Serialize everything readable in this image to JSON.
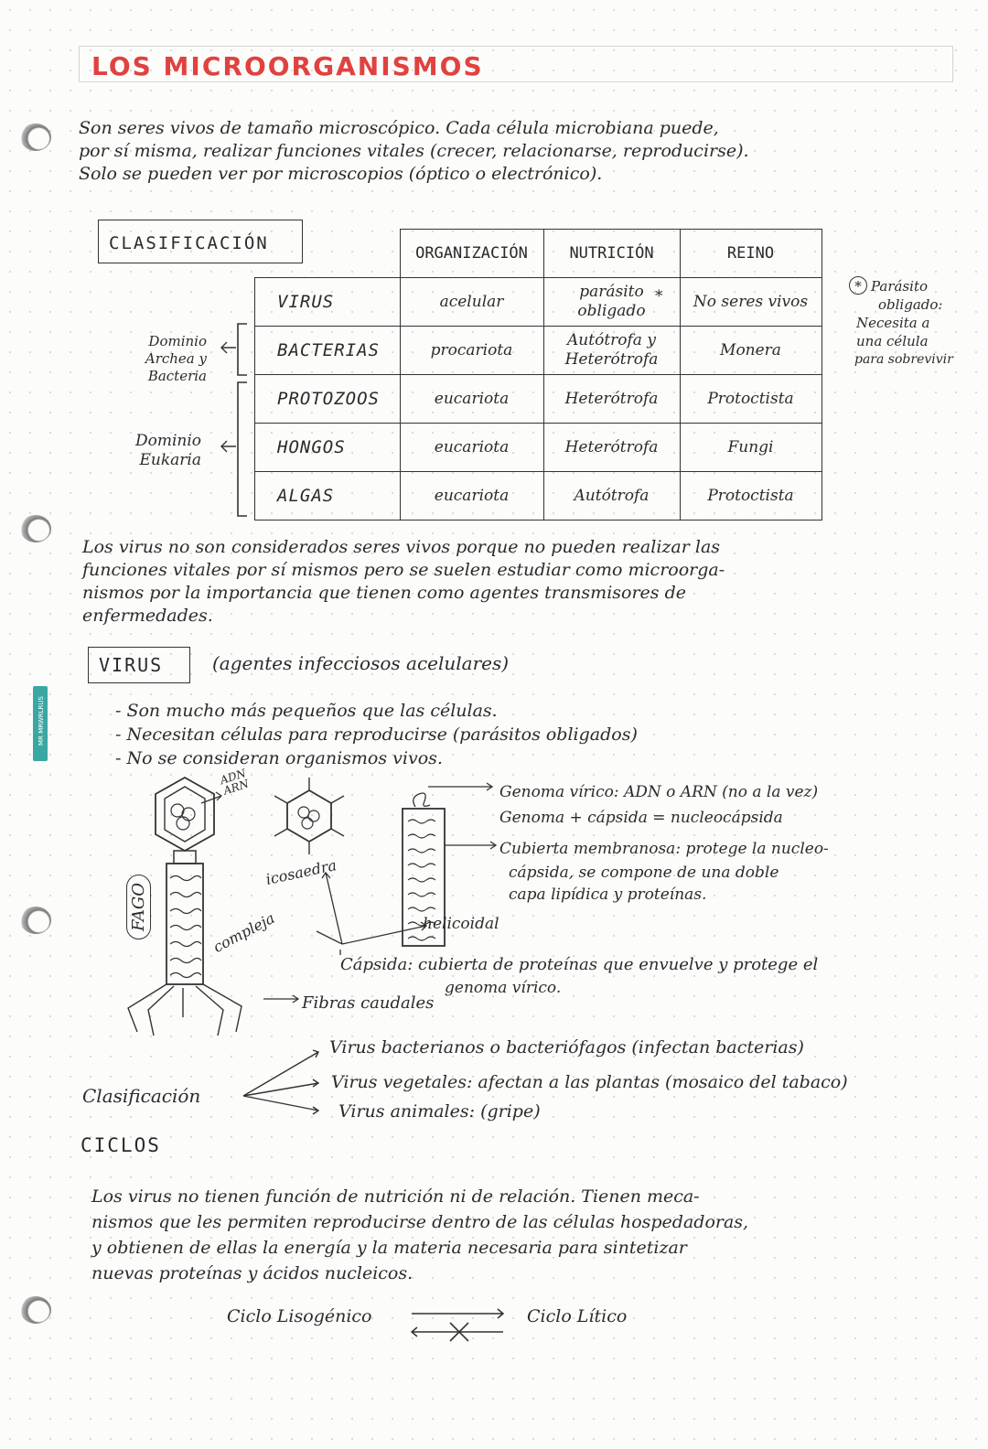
{
  "title": "LOS MICROORGANISMOS",
  "intro": [
    "Son seres vivos de tamaño microscópico. Cada célula microbiana puede,",
    "por sí misma, realizar funciones vitales (crecer, relacionarse, reproducirse).",
    "Solo se pueden ver por microscopios (óptico o electrónico)."
  ],
  "classification": {
    "label": "CLASIFICACIÓN",
    "headers": [
      "ORGANIZACIÓN",
      "NUTRICIÓN",
      "REINO"
    ],
    "rows": [
      {
        "name": "VIRUS",
        "organizacion": "acelular",
        "nutricion": "parásito obligado",
        "marker": "*",
        "reino": "No seres vivos"
      },
      {
        "name": "BACTERIAS",
        "organizacion": "procariota",
        "nutricion": "Autótrofa y Heterótrofa",
        "marker": "",
        "reino": "Monera"
      },
      {
        "name": "PROTOZOOS",
        "organizacion": "eucariota",
        "nutricion": "Heterótrofa",
        "marker": "",
        "reino": "Protoctista"
      },
      {
        "name": "HONGOS",
        "organizacion": "eucariota",
        "nutricion": "Heterótrofa",
        "marker": "",
        "reino": "Fungi"
      },
      {
        "name": "ALGAS",
        "organizacion": "eucariota",
        "nutricion": "Autótrofa",
        "marker": "",
        "reino": "Protoctista"
      }
    ],
    "domain_archea_1": "Dominio",
    "domain_archea_2": "Archea y Bacteria",
    "domain_eukaria_1": "Dominio",
    "domain_eukaria_2": "Eukaria",
    "footnote_marker": "*",
    "footnote_lines": [
      "Parásito",
      "obligado:",
      "Necesita a",
      "una célula",
      "para sobrevivir"
    ]
  },
  "virus_note": [
    "Los virus no son considerados seres vivos porque no pueden realizar las",
    "funciones vitales por sí mismos pero se suelen estudiar como microorga-",
    "nismos por la importancia que tienen como agentes transmisores de",
    "enfermedades."
  ],
  "virus_section": {
    "label": "VIRUS",
    "subtitle": "(agentes infecciosos acelulares)",
    "bullets": [
      "- Son mucho más pequeños que las células.",
      "- Necesitan células para reproducirse (parásitos obligados)",
      "- No se consideran organismos vivos."
    ]
  },
  "diagram": {
    "adn_arn": "ADN ARN",
    "fago": "FAGO",
    "icosaedra": "icosaedra",
    "compleja": "compleja",
    "helicoidal": "helicoidal",
    "genoma_1": "Genoma vírico: ADN o ARN (no a la vez)",
    "genoma_2": "Genoma + cápsida = nucleocápsida",
    "cubierta_1": "Cubierta membranosa: protege la nucleo-",
    "cubierta_2": "cápsida, se compone de una doble",
    "cubierta_3": "capa lipídica y proteínas.",
    "capsida_1": "Cápsida: cubierta de proteínas que envuelve y protege el",
    "capsida_2": "genoma vírico.",
    "fibras": "Fibras caudales"
  },
  "virus_classification": {
    "label": "Clasificación",
    "items": [
      "Virus bacterianos o bacteriófagos (infectan bacterias)",
      "Virus vegetales: afectan a las plantas (mosaico del tabaco)",
      "Virus animales: (gripe)"
    ]
  },
  "ciclos": {
    "title": "CICLOS",
    "text": [
      "Los virus no tienen función de nutrición ni de relación. Tienen meca-",
      "nismos que les permiten reproducirse dentro de las células hospedadoras,",
      "y obtienen de ellas la energía y la materia necesaria para sintetizar",
      "nuevas proteínas y ácidos nucleicos."
    ],
    "left": "Ciclo Lisogénico",
    "right": "Ciclo Lítico"
  },
  "side_logo": "MR MRWRLRUS",
  "colors": {
    "title": "#e0423f",
    "ink": "#2a2a2a",
    "side_logo": "#3aa7a3"
  }
}
